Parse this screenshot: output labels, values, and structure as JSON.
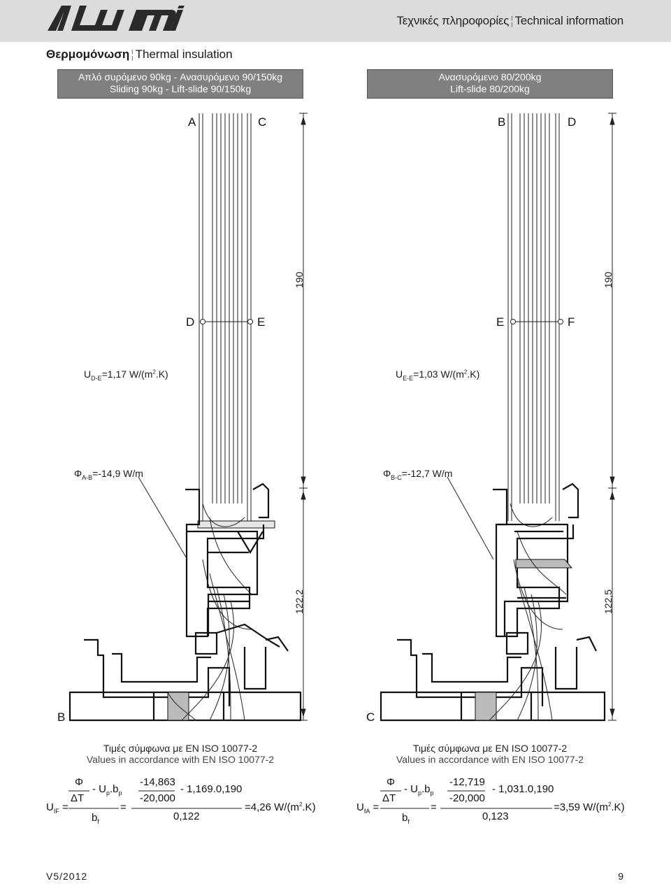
{
  "header": {
    "brand": "ALUMIL",
    "title_gr": "Τεχνικές πληροφορίες",
    "title_en": "Technical information"
  },
  "section": {
    "title_gr": "Θερμομόνωση",
    "title_en": "Thermal insulation"
  },
  "left_panel": {
    "band_line1": "Απλό συρόμενο 90kg - Ανασυρόμενο 90/150kg",
    "band_line2": "Sliding 90kg - Lift-slide 90/150kg",
    "point_top_left": "A",
    "point_top_right": "C",
    "point_mid_left": "D",
    "point_mid_right": "E",
    "point_bottom": "B",
    "dim_upper": "190",
    "dim_lower": "122,2",
    "u_value": "=1,17 W/(m",
    "u_sub": "D-E",
    "phi_value": "=-14,9 W/m",
    "phi_sub": "A-B",
    "note_gr": "Τιμές σύμφωνα με EN ISO 10077-2",
    "note_en": "Values in accordance with EN ISO 10077-2",
    "formula": {
      "symbol_sub": "IF",
      "phi": "Φ",
      "dt": "ΔT",
      "bf": "b",
      "num_value": "-14,863",
      "den_value": "-20,000",
      "tail": "- 1,169.0,190",
      "divisor": "0,122",
      "result": "=4,26 W/(m"
    }
  },
  "right_panel": {
    "band_line1": "Ανασυρόμενο 80/200kg",
    "band_line2": "Lift-slide 80/200kg",
    "point_top_left": "B",
    "point_top_right": "D",
    "point_mid_left": "E",
    "point_mid_right": "F",
    "point_bottom": "C",
    "dim_upper": "190",
    "dim_lower": "122,5",
    "u_value": "=1,03 W/(m",
    "u_sub": "E-E",
    "phi_value": "=-12,7 W/m",
    "phi_sub": "B-C",
    "note_gr": "Τιμές σύμφωνα με EN ISO 10077-2",
    "note_en": "Values in accordance with EN ISO 10077-2",
    "formula": {
      "symbol_sub": "fA",
      "phi": "Φ",
      "dt": "ΔT",
      "bf": "b",
      "num_value": "-12,719",
      "den_value": "-20,000",
      "tail": "- 1,031.0,190",
      "divisor": "0,123",
      "result": "=3,59 W/(m"
    }
  },
  "footer": {
    "version": "V5/2012",
    "page": "9"
  }
}
